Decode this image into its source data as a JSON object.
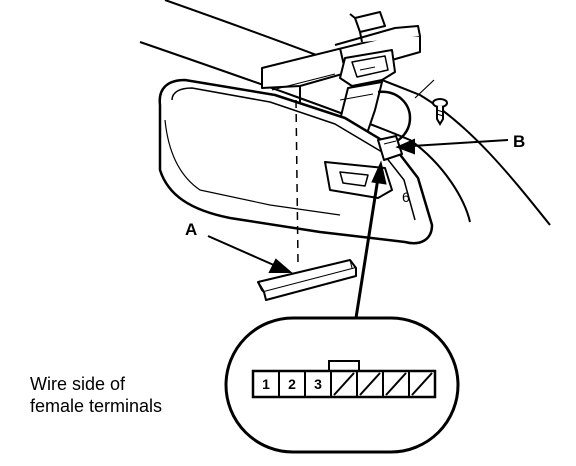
{
  "callouts": {
    "a": "A",
    "b": "B"
  },
  "connector": {
    "caption_line1": "Wire side of",
    "caption_line2": "female terminals",
    "pins": [
      "1",
      "2",
      "3"
    ],
    "empty_slots": 4
  },
  "colors": {
    "ink": "#000000",
    "paper": "#ffffff"
  }
}
